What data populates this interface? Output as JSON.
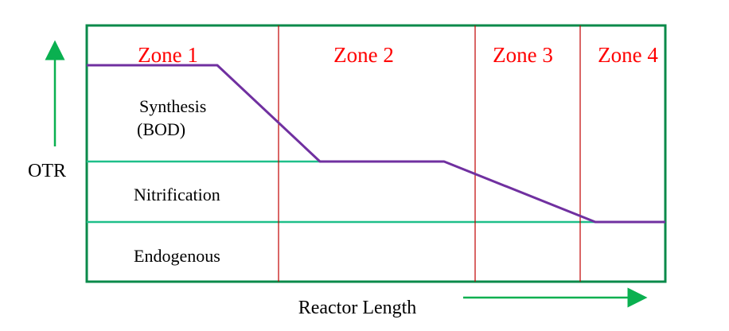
{
  "colors": {
    "frame": "#0a8a4a",
    "boundary": "#1fbf8a",
    "zone_divider": "#c00000",
    "curve": "#7030a0",
    "zone_text": "#ff0000",
    "axis_arrow": "#0ab050",
    "text": "#000000"
  },
  "zones": [
    {
      "label": "Zone 1"
    },
    {
      "label": "Zone 2"
    },
    {
      "label": "Zone 3"
    },
    {
      "label": "Zone 4"
    }
  ],
  "regions": {
    "synthesis_line1": "Synthesis",
    "synthesis_line2": "(BOD)",
    "nitrification": "Nitrification",
    "endogenous": "Endogenous"
  },
  "axes": {
    "y_label": "OTR",
    "x_label": "Reactor Length"
  }
}
